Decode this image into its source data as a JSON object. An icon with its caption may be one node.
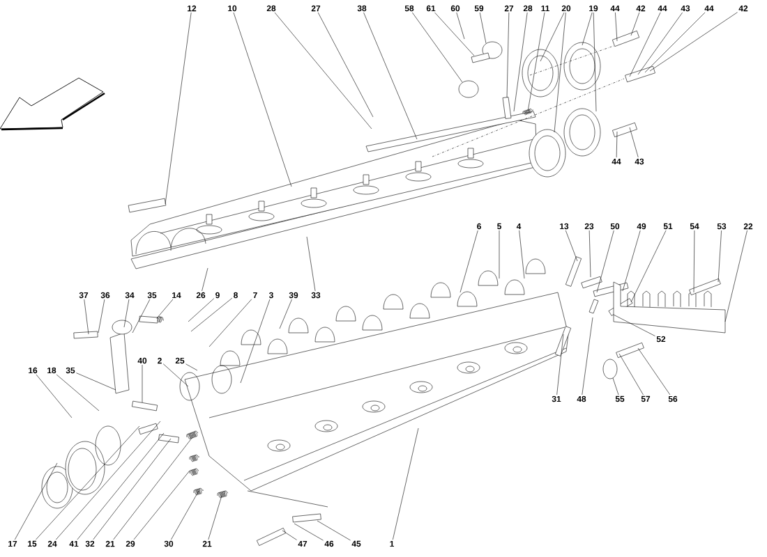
{
  "diagram": {
    "nodes": [
      {
        "text": [
          "12"
        ]
      },
      {
        "text": [
          "10"
        ]
      },
      {
        "text": [
          "28"
        ]
      },
      {
        "text": [
          "27"
        ]
      },
      {
        "text": [
          "38"
        ]
      },
      {
        "text": [
          "58"
        ]
      },
      {
        "text": [
          "61"
        ]
      },
      {
        "text": [
          "60"
        ]
      },
      {
        "text": [
          "59"
        ]
      },
      {
        "text": [
          "27"
        ]
      },
      {
        "text": [
          "28"
        ]
      },
      {
        "text": [
          "11"
        ]
      },
      {
        "text": [
          "20"
        ]
      },
      {
        "text": [
          "19"
        ]
      },
      {
        "text": [
          "44"
        ]
      },
      {
        "text": [
          "42"
        ]
      },
      {
        "text": [
          "44"
        ]
      },
      {
        "text": [
          "43"
        ]
      },
      {
        "text": [
          "44"
        ]
      },
      {
        "text": [
          "42"
        ]
      },
      {
        "text": [
          "44"
        ]
      },
      {
        "text": [
          "43"
        ]
      },
      {
        "text": [
          "6"
        ]
      },
      {
        "text": [
          "5"
        ]
      },
      {
        "text": [
          "4"
        ]
      },
      {
        "text": [
          "13"
        ]
      },
      {
        "text": [
          "23"
        ]
      },
      {
        "text": [
          "50"
        ]
      },
      {
        "text": [
          "49"
        ]
      },
      {
        "text": [
          "51"
        ]
      },
      {
        "text": [
          "54"
        ]
      },
      {
        "text": [
          "53"
        ]
      },
      {
        "text": [
          "22"
        ]
      },
      {
        "text": [
          "37"
        ]
      },
      {
        "text": [
          "36"
        ]
      },
      {
        "text": [
          "34"
        ]
      },
      {
        "text": [
          "35"
        ]
      },
      {
        "text": [
          "14"
        ]
      },
      {
        "text": [
          "26"
        ]
      },
      {
        "text": [
          "9"
        ]
      },
      {
        "text": [
          "8"
        ]
      },
      {
        "text": [
          "7"
        ]
      },
      {
        "text": [
          "3"
        ]
      },
      {
        "text": [
          "39"
        ]
      },
      {
        "text": [
          "33"
        ]
      },
      {
        "text": [
          "40"
        ]
      },
      {
        "text": [
          "2"
        ]
      },
      {
        "text": [
          "25"
        ]
      },
      {
        "text": [
          "16"
        ]
      },
      {
        "text": [
          "18"
        ]
      },
      {
        "text": [
          "35"
        ]
      },
      {
        "text": [
          "52"
        ]
      },
      {
        "text": [
          "31"
        ]
      },
      {
        "text": [
          "48"
        ]
      },
      {
        "text": [
          "55"
        ]
      },
      {
        "text": [
          "57"
        ]
      },
      {
        "text": [
          "56"
        ]
      },
      {
        "text": [
          "17"
        ]
      },
      {
        "text": [
          "15"
        ]
      },
      {
        "text": [
          "24"
        ]
      },
      {
        "text": [
          "41"
        ]
      },
      {
        "text": [
          "32"
        ]
      },
      {
        "text": [
          "21"
        ]
      },
      {
        "text": [
          "29"
        ]
      },
      {
        "text": [
          "30"
        ]
      },
      {
        "text": [
          "21"
        ]
      },
      {
        "text": [
          "47"
        ]
      },
      {
        "text": [
          "46"
        ]
      },
      {
        "text": [
          "45"
        ]
      },
      {
        "text": [
          "1"
        ]
      }
    ],
    "edges": [
      {
        "from": 0,
        "to": null,
        "arrow": "none"
      },
      {
        "from": 1,
        "to": null,
        "arrow": "none"
      },
      {
        "from": 2,
        "to": null,
        "arrow": "none"
      },
      {
        "from": 3,
        "to": null,
        "arrow": "none"
      },
      {
        "from": 4,
        "to": null,
        "arrow": "none"
      },
      {
        "from": 5,
        "to": null,
        "arrow": "none"
      },
      {
        "from": 6,
        "to": null,
        "arrow": "none"
      },
      {
        "from": 7,
        "to": null,
        "arrow": "none"
      },
      {
        "from": 8,
        "to": null,
        "arrow": "none"
      },
      {
        "from": 9,
        "to": null,
        "arrow": "none"
      },
      {
        "from": 10,
        "to": null,
        "arrow": "none"
      },
      {
        "from": 11,
        "to": null,
        "arrow": "none"
      },
      {
        "from": 12,
        "to": null,
        "arrow": "none"
      },
      {
        "from": 12,
        "to": null,
        "arrow": "none"
      },
      {
        "from": 13,
        "to": null,
        "arrow": "none"
      },
      {
        "from": 13,
        "to": null,
        "arrow": "none"
      },
      {
        "from": 14,
        "to": null,
        "arrow": "none"
      },
      {
        "from": 15,
        "to": null,
        "arrow": "none"
      },
      {
        "from": 16,
        "to": null,
        "arrow": "none"
      },
      {
        "from": 17,
        "to": null,
        "arrow": "none"
      },
      {
        "from": 18,
        "to": null,
        "arrow": "none"
      },
      {
        "from": 19,
        "to": null,
        "arrow": "none"
      },
      {
        "from": 20,
        "to": null,
        "arrow": "none"
      },
      {
        "from": 21,
        "to": null,
        "arrow": "none"
      },
      {
        "from": 22,
        "to": null,
        "arrow": "none"
      },
      {
        "from": 23,
        "to": null,
        "arrow": "none"
      },
      {
        "from": 24,
        "to": null,
        "arrow": "none"
      },
      {
        "from": 25,
        "to": null,
        "arrow": "none"
      },
      {
        "from": 26,
        "to": null,
        "arrow": "none"
      },
      {
        "from": 27,
        "to": null,
        "arrow": "none"
      },
      {
        "from": 28,
        "to": null,
        "arrow": "none"
      },
      {
        "from": 29,
        "to": null,
        "arrow": "none"
      },
      {
        "from": 30,
        "to": null,
        "arrow": "none"
      },
      {
        "from": 31,
        "to": null,
        "arrow": "none"
      },
      {
        "from": 32,
        "to": null,
        "arrow": "none"
      },
      {
        "from": 33,
        "to": null,
        "arrow": "none"
      },
      {
        "from": 34,
        "to": null,
        "arrow": "none"
      },
      {
        "from": 35,
        "to": null,
        "arrow": "none"
      },
      {
        "from": 36,
        "to": null,
        "arrow": "none"
      },
      {
        "from": 37,
        "to": null,
        "arrow": "none"
      },
      {
        "from": 38,
        "to": null,
        "arrow": "none"
      },
      {
        "from": 39,
        "to": null,
        "arrow": "none"
      },
      {
        "from": 40,
        "to": null,
        "arrow": "none"
      },
      {
        "from": 41,
        "to": null,
        "arrow": "none"
      },
      {
        "from": 42,
        "to": null,
        "arrow": "none"
      },
      {
        "from": 43,
        "to": null,
        "arrow": "none"
      },
      {
        "from": 44,
        "to": null,
        "arrow": "none"
      },
      {
        "from": 45,
        "to": null,
        "arrow": "none"
      },
      {
        "from": 46,
        "to": null,
        "arrow": "none"
      },
      {
        "from": 47,
        "to": null,
        "arrow": "none"
      },
      {
        "from": 48,
        "to": null,
        "arrow": "none"
      },
      {
        "from": 49,
        "to": null,
        "arrow": "none"
      },
      {
        "from": 50,
        "to": null,
        "arrow": "none"
      },
      {
        "from": 51,
        "to": null,
        "arrow": "none"
      },
      {
        "from": 52,
        "to": null,
        "arrow": "none"
      },
      {
        "from": 53,
        "to": null,
        "arrow": "none"
      },
      {
        "from": 54,
        "to": null,
        "arrow": "none"
      },
      {
        "from": 55,
        "to": null,
        "arrow": "none"
      },
      {
        "from": 56,
        "to": null,
        "arrow": "none"
      },
      {
        "from": 57,
        "to": null,
        "arrow": "none"
      },
      {
        "from": 58,
        "to": null,
        "arrow": "none"
      },
      {
        "from": 59,
        "to": null,
        "arrow": "none"
      },
      {
        "from": 60,
        "to": null,
        "arrow": "none"
      },
      {
        "from": 61,
        "to": null,
        "arrow": "none"
      },
      {
        "from": 62,
        "to": null,
        "arrow": "none"
      },
      {
        "from": 63,
        "to": null,
        "arrow": "none"
      },
      {
        "from": 64,
        "to": null,
        "arrow": "none"
      },
      {
        "from": 65,
        "to": null,
        "arrow": "none"
      },
      {
        "from": 66,
        "to": null,
        "arrow": "none"
      },
      {
        "from": 67,
        "to": null,
        "arrow": "none"
      },
      {
        "from": 68,
        "to": null,
        "arrow": "none"
      },
      {
        "from": 69,
        "to": null,
        "arrow": "none"
      }
    ]
  }
}
